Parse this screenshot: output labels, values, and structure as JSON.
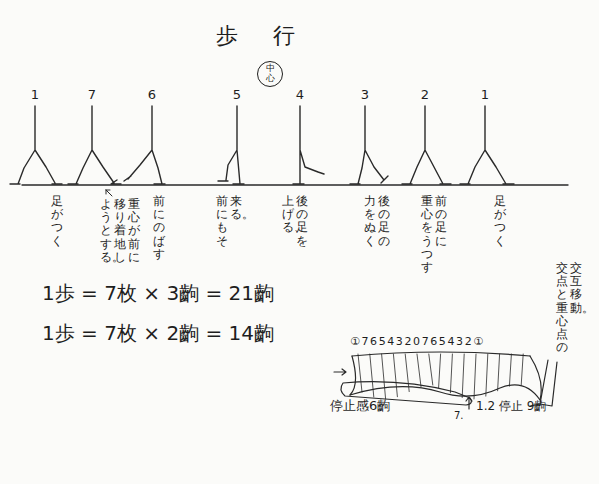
{
  "diagram": {
    "title": "歩行",
    "nodes": [
      {
        "text": [
          "中心"
        ]
      }
    ],
    "labels": [
      "1",
      "7",
      "6",
      "5",
      "4",
      "3",
      "2",
      "1",
      "足がつく",
      "重心が前に 移り着地し ようとする。",
      "前にのばす",
      "前にもそ 来る。",
      "後の足を 上げる、",
      "後の足の 力をぬく",
      "前の足に 重心をうつす",
      "足がつく",
      "1歩 = 7枚 × 3齣 = 21齣",
      "1歩 = 7枚 × 2齣 = 14齣",
      "①7654320765432①",
      "交点と重心点の 交互移動。",
      "停止感6齣",
      "7.",
      "1.2 停止 9齣"
    ]
  }
}
